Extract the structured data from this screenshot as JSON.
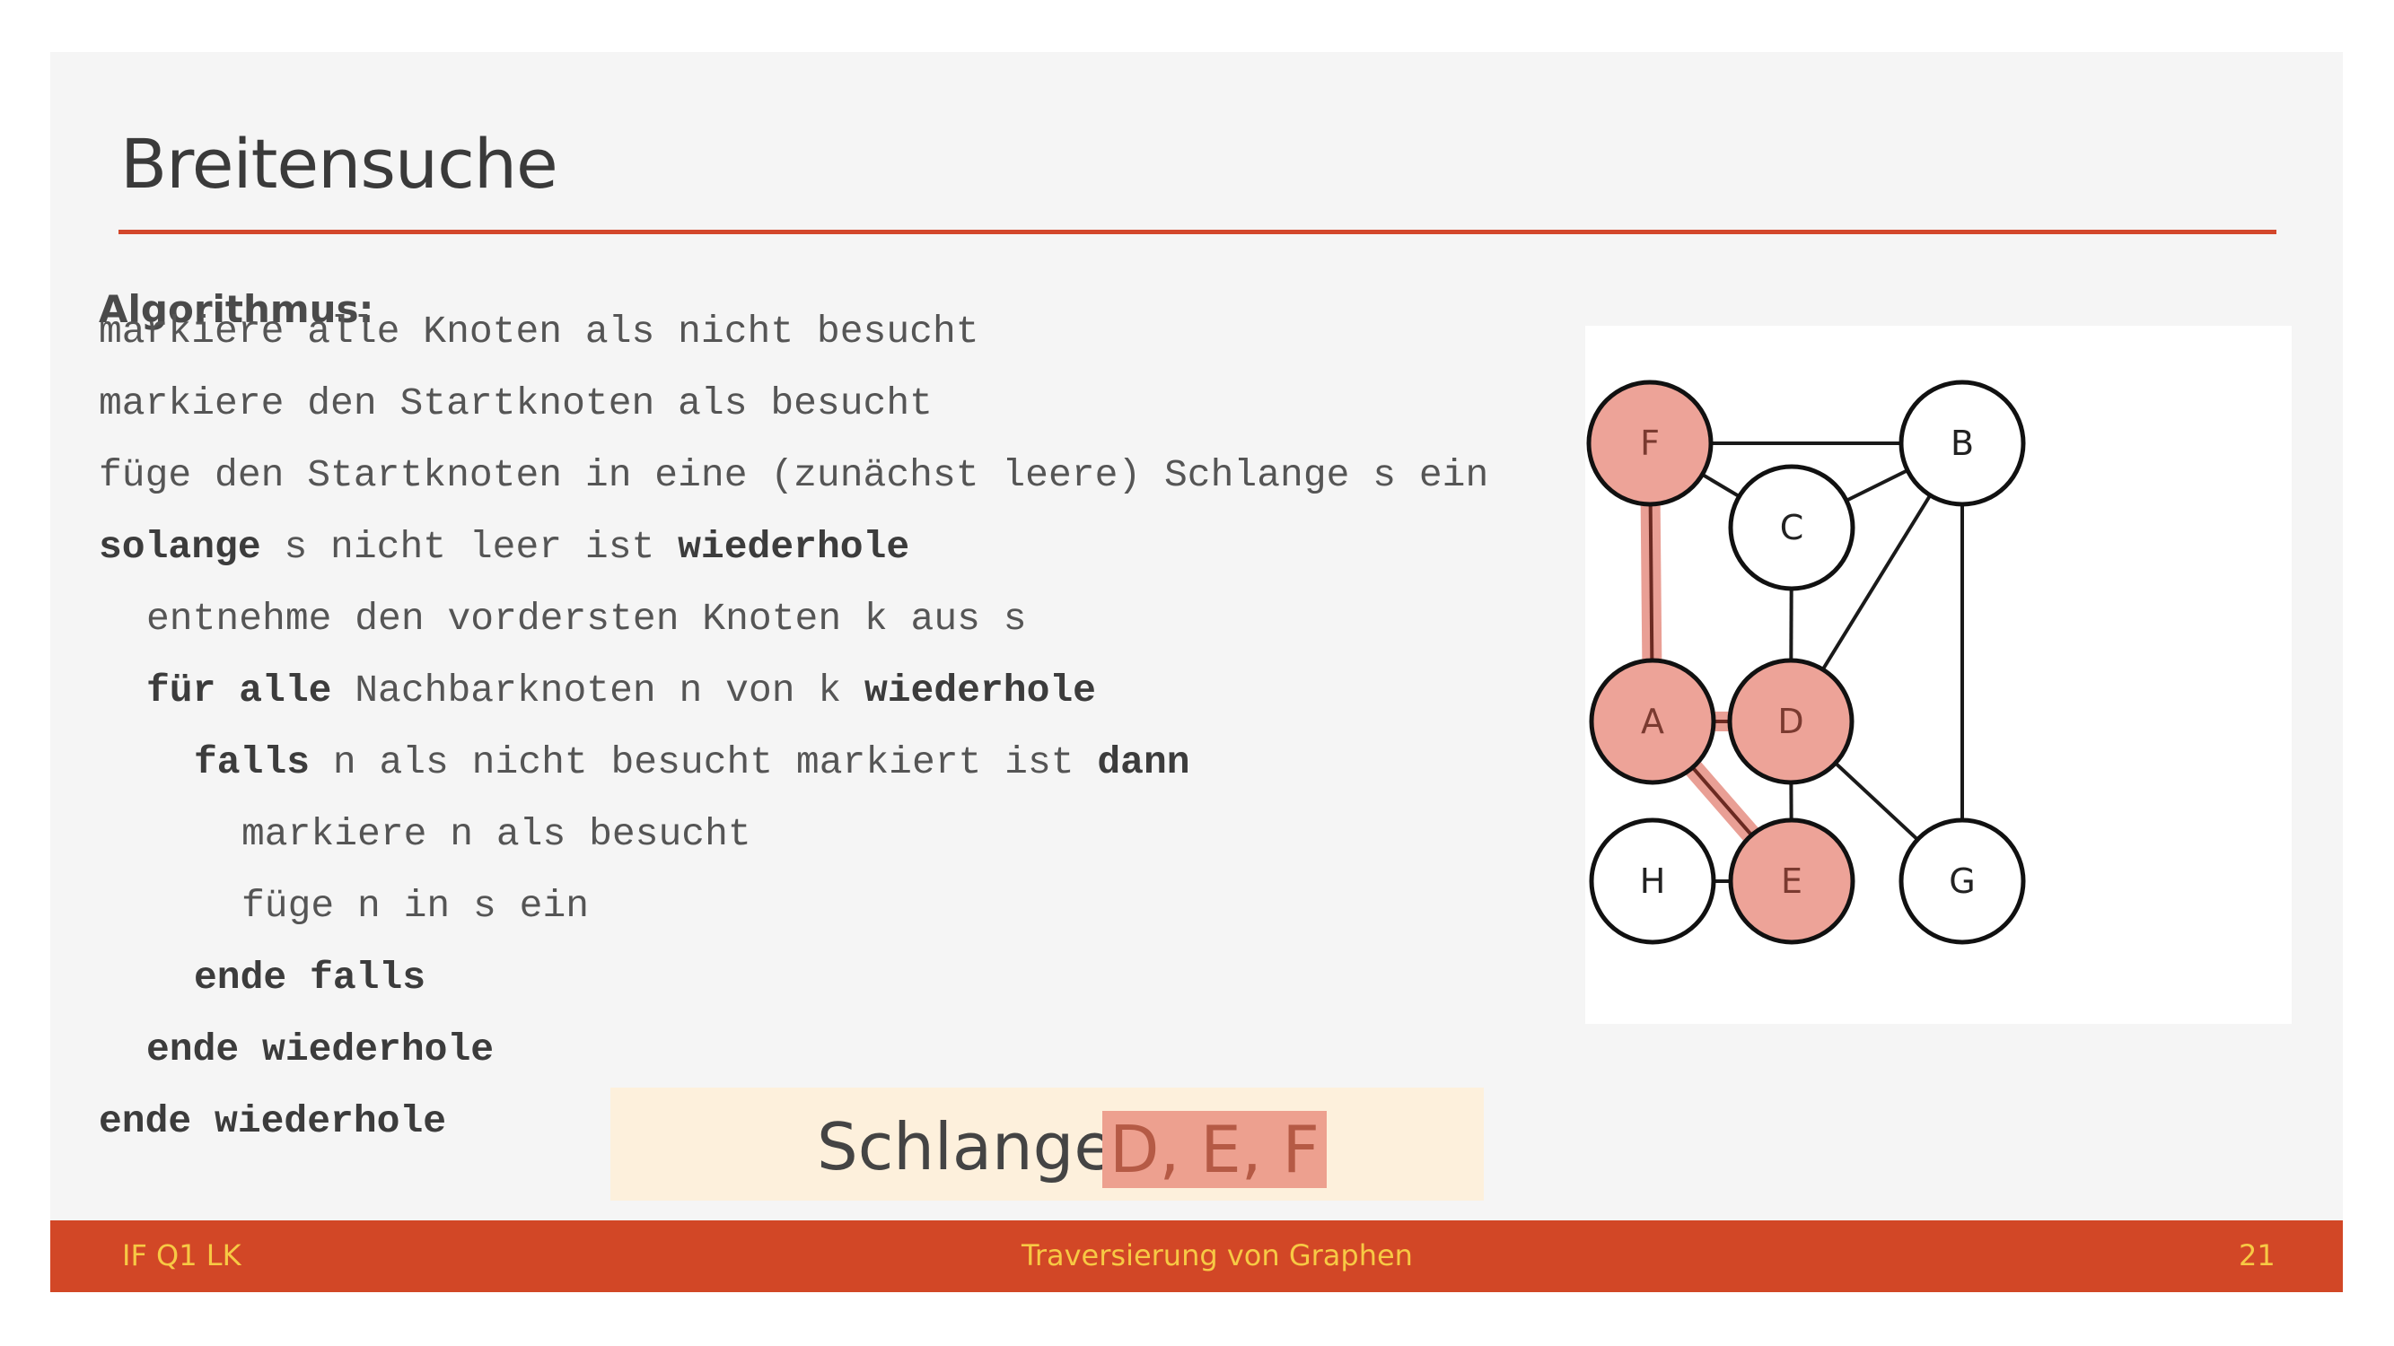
{
  "title": "Breitensuche",
  "algorithm": {
    "heading": "Algorithmus:",
    "lines": [
      [
        {
          "t": "markiere alle Knoten als nicht besucht"
        }
      ],
      [
        {
          "t": "markiere den Startknoten als besucht"
        }
      ],
      [
        {
          "t": "füge den Startknoten in eine (zunächst leere) Schlange s ein"
        }
      ],
      [
        {
          "t": "solange",
          "b": true
        },
        {
          "t": " s nicht leer ist "
        },
        {
          "t": "wiederhole",
          "b": true
        }
      ],
      [
        {
          "t": "entnehme den vordersten Knoten k aus s"
        }
      ],
      [
        {
          "t": "für alle",
          "b": true
        },
        {
          "t": " Nachbarknoten n von k "
        },
        {
          "t": "wiederhole",
          "b": true
        }
      ],
      [
        {
          "t": "falls",
          "b": true
        },
        {
          "t": " n als nicht besucht markiert ist "
        },
        {
          "t": "dann",
          "b": true
        }
      ],
      [
        {
          "t": "markiere n als besucht"
        }
      ],
      [
        {
          "t": "füge n in s ein"
        }
      ],
      [
        {
          "t": "ende falls",
          "b": true
        }
      ],
      [
        {
          "t": "ende wiederhole",
          "b": true
        }
      ],
      [
        {
          "t": "ende wiederhole",
          "b": true
        }
      ]
    ],
    "indent_levels": [
      0,
      0,
      0,
      0,
      1,
      1,
      2,
      3,
      3,
      2,
      1,
      0
    ]
  },
  "queue": {
    "label": "Schlange: ",
    "value": "D, E, F"
  },
  "graph": {
    "nodes": [
      {
        "id": "F",
        "visited": true
      },
      {
        "id": "B",
        "visited": false
      },
      {
        "id": "C",
        "visited": false
      },
      {
        "id": "A",
        "visited": true
      },
      {
        "id": "D",
        "visited": true
      },
      {
        "id": "H",
        "visited": false
      },
      {
        "id": "E",
        "visited": true
      },
      {
        "id": "G",
        "visited": false
      }
    ],
    "edges": [
      {
        "from": "F",
        "to": "B",
        "highlight": false
      },
      {
        "from": "F",
        "to": "C",
        "highlight": false
      },
      {
        "from": "C",
        "to": "B",
        "highlight": false
      },
      {
        "from": "C",
        "to": "D",
        "highlight": false
      },
      {
        "from": "D",
        "to": "B",
        "highlight": false
      },
      {
        "from": "B",
        "to": "G",
        "highlight": false
      },
      {
        "from": "D",
        "to": "E",
        "highlight": false
      },
      {
        "from": "D",
        "to": "G",
        "highlight": false
      },
      {
        "from": "H",
        "to": "E",
        "highlight": false
      },
      {
        "from": "F",
        "to": "A",
        "highlight": true
      },
      {
        "from": "A",
        "to": "D",
        "highlight": true
      },
      {
        "from": "A",
        "to": "E",
        "highlight": true
      }
    ],
    "colors": {
      "visited_fill": "#eda398",
      "unvisited_fill": "#ffffff",
      "edge": "#1a1a1a",
      "highlight": "#e99f95"
    }
  },
  "footer": {
    "left": "IF Q1 LK",
    "center": "Traversierung von Graphen",
    "right": "21"
  },
  "colors": {
    "accent": "#d3472b",
    "footer_bg": "#d24726",
    "footer_text": "#f7c944"
  }
}
